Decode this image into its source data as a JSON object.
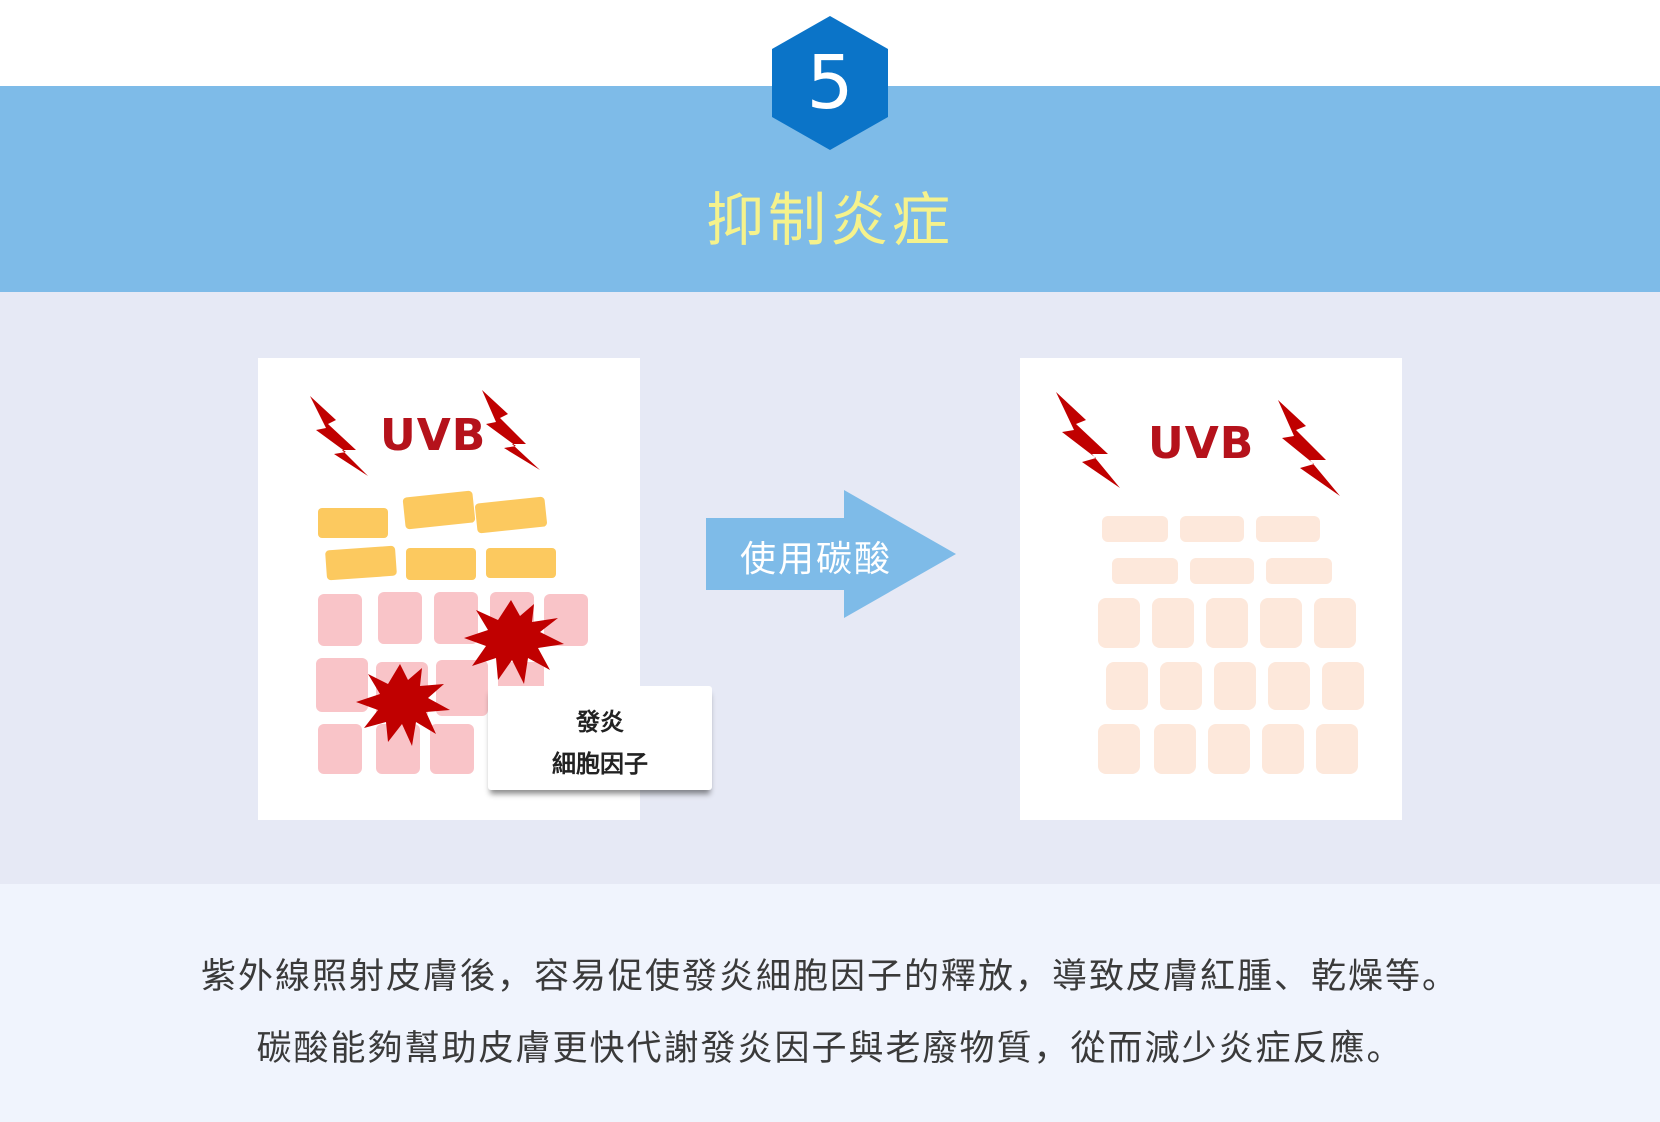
{
  "step": {
    "number": "5",
    "title": "抑制炎症"
  },
  "colors": {
    "header_band": "#7ebbe8",
    "badge": "#0b74c8",
    "title_text": "#f5f28c",
    "diagram_band": "#e6e9f5",
    "bottom_band": "#f0f4fd",
    "uvb_red": "#b5121b",
    "yellow_cell": "#fcc95f",
    "pink_cell": "#f9c4c8",
    "healthy_cell": "#fde8db",
    "arrow": "#7ebbe8"
  },
  "diagram": {
    "before": {
      "uvb_label": "UVB",
      "callout": {
        "line1": "發炎",
        "line2": "細胞因子"
      }
    },
    "arrow": {
      "label": "使用碳酸"
    },
    "after": {
      "uvb_label": "UVB"
    }
  },
  "description": {
    "line1": "紫外線照射皮膚後，容易促使發炎細胞因子的釋放，導致皮膚紅腫、乾燥等。",
    "line2": "碳酸能夠幫助皮膚更快代謝發炎因子與老廢物質，從而減少炎症反應。"
  }
}
